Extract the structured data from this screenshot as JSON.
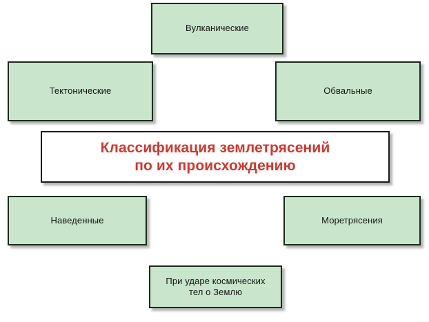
{
  "diagram": {
    "title": "Классификация землетрясений по их происхождению",
    "center": {
      "line1": "Классификация землетрясений",
      "line2": "по их происхождению",
      "text_color": "#d9342a",
      "fill": "#ffffff"
    },
    "node_fill": "#c9e5cb",
    "node_border": "#1b2a1b",
    "node_text_color": "#141414",
    "background": "#ffffff",
    "nodes": [
      {
        "id": "volcanic",
        "label": "Вулканические"
      },
      {
        "id": "tectonic",
        "label": "Тектонические"
      },
      {
        "id": "landslide",
        "label": "Обвальные"
      },
      {
        "id": "induced",
        "label": "Наведенные"
      },
      {
        "id": "seaquake",
        "label": "Моретрясения"
      },
      {
        "id": "cosmic_1",
        "label": "При ударе космических"
      },
      {
        "id": "cosmic_2",
        "label": "тел о Землю"
      }
    ]
  }
}
